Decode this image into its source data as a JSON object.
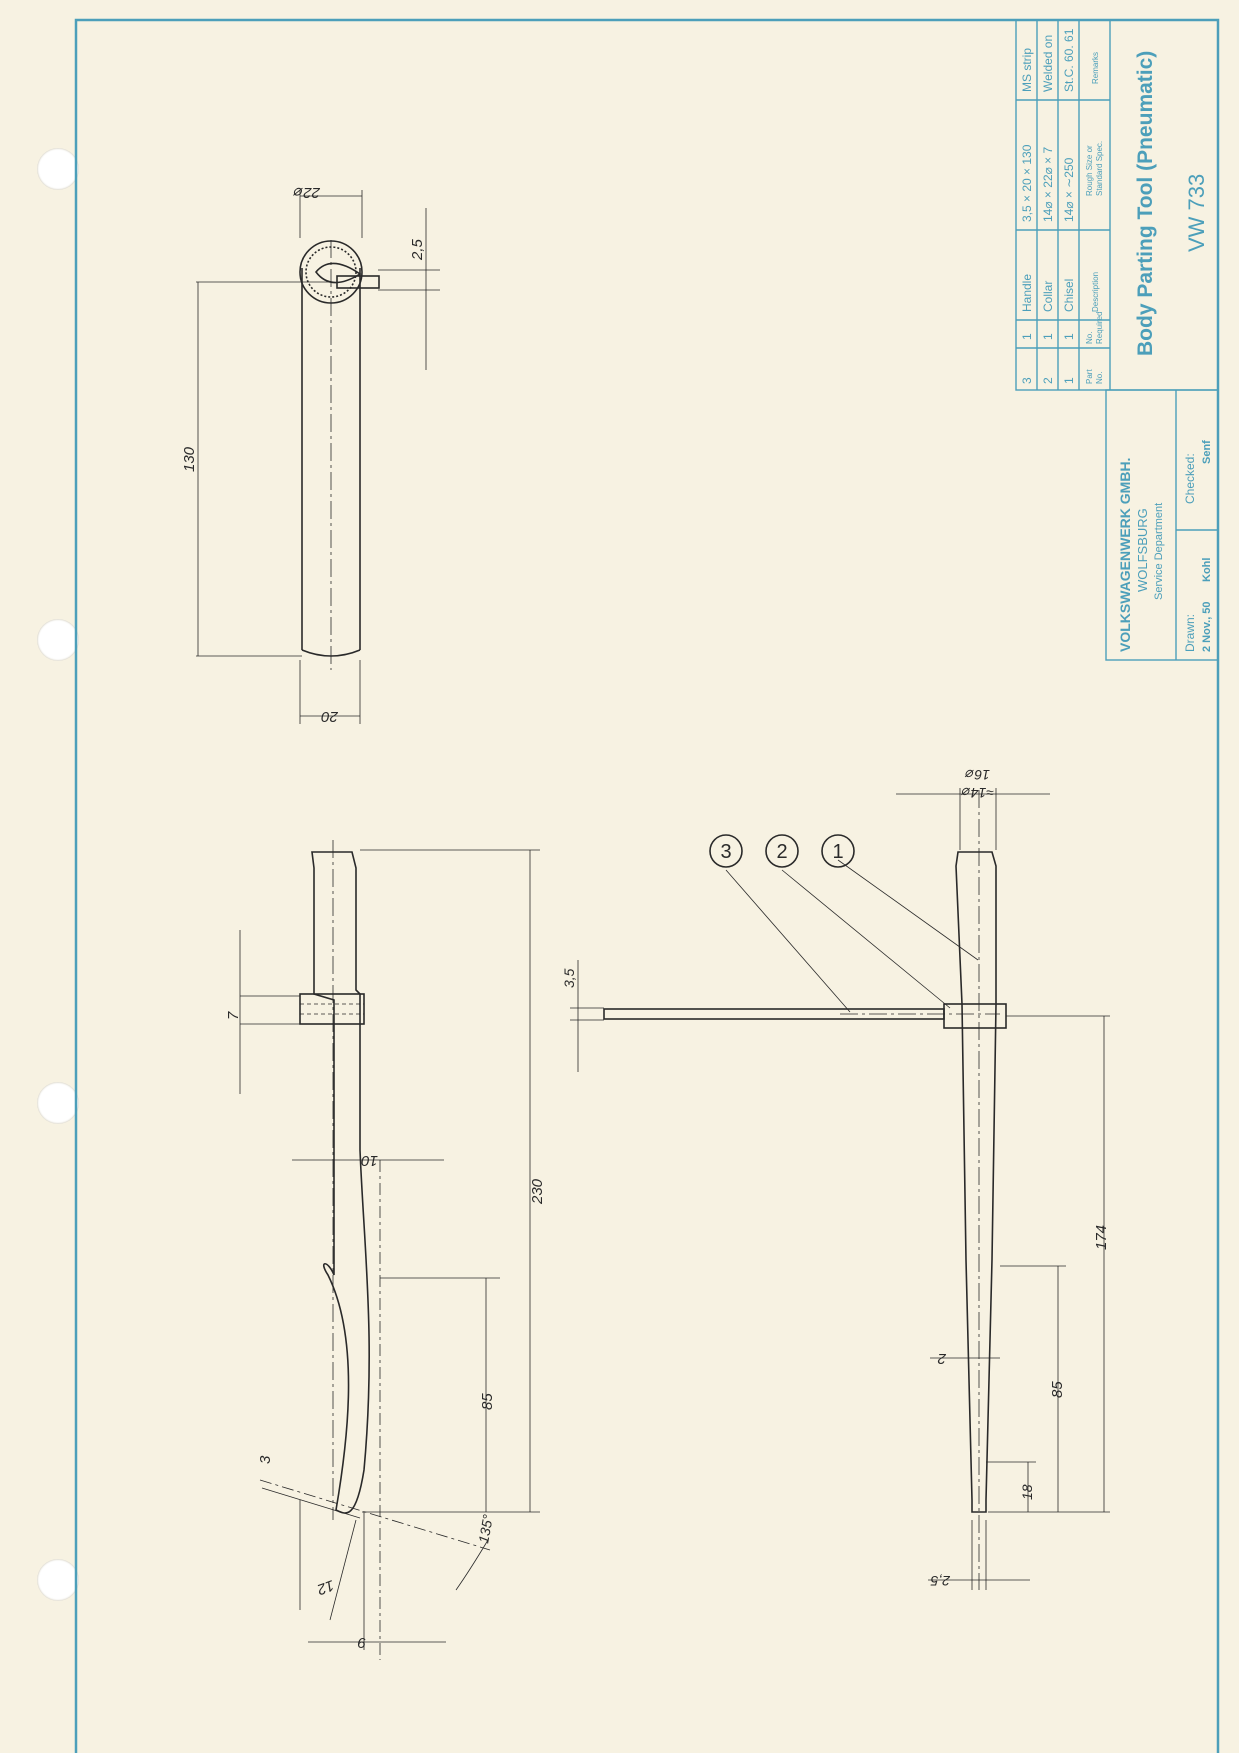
{
  "dimensions": {
    "top_view": {
      "d22": "22⌀",
      "d25": "2,5",
      "d130": "130",
      "d20": "20"
    },
    "side_view": {
      "d7": "7",
      "d10": "10",
      "d230": "230",
      "d85": "85",
      "d3": "3",
      "d12": "12",
      "d135": "135°",
      "d9": "9"
    },
    "front_view": {
      "d16": "16⌀",
      "d14": "≈14⌀",
      "d35": "3,5",
      "d174": "174",
      "d2": "2",
      "d85": "85",
      "d18": "18",
      "d25": "2,5"
    }
  },
  "callouts": [
    "3",
    "2",
    "1"
  ],
  "parts_list": {
    "rows": [
      {
        "part_no": "3",
        "no_required": "1",
        "description": "Handle",
        "size": "3,5 × 20 × 130",
        "remarks": "MS strip"
      },
      {
        "part_no": "2",
        "no_required": "1",
        "description": "Collar",
        "size": "14⌀ × 22⌀ × 7",
        "remarks": "Welded on"
      },
      {
        "part_no": "1",
        "no_required": "1",
        "description": "Chisel",
        "size": "14⌀ × ∼250",
        "remarks": "St.C. 60. 61"
      }
    ],
    "headers": {
      "part_no": [
        "Part",
        "No."
      ],
      "no_required": [
        "No.",
        "Required"
      ],
      "description": "Description",
      "size": [
        "Rough Size or",
        "Standard Spec."
      ],
      "remarks": "Remarks"
    }
  },
  "title_block": {
    "tool_title": "Body Parting Tool (Pneumatic)",
    "tool_number": "VW 733",
    "company": "VOLKSWAGENWERK GMBH.",
    "city": "WOLFSBURG",
    "department": "Service Department",
    "drawn_label": "Drawn:",
    "drawn_date": "2 Nov., 50",
    "drawn_by": "Kohl",
    "checked_label": "Checked:",
    "checked_by": "Senf"
  },
  "colors": {
    "paper": "#f7f2e2",
    "border": "#4c9fba",
    "ink": "#2a2a2a"
  }
}
